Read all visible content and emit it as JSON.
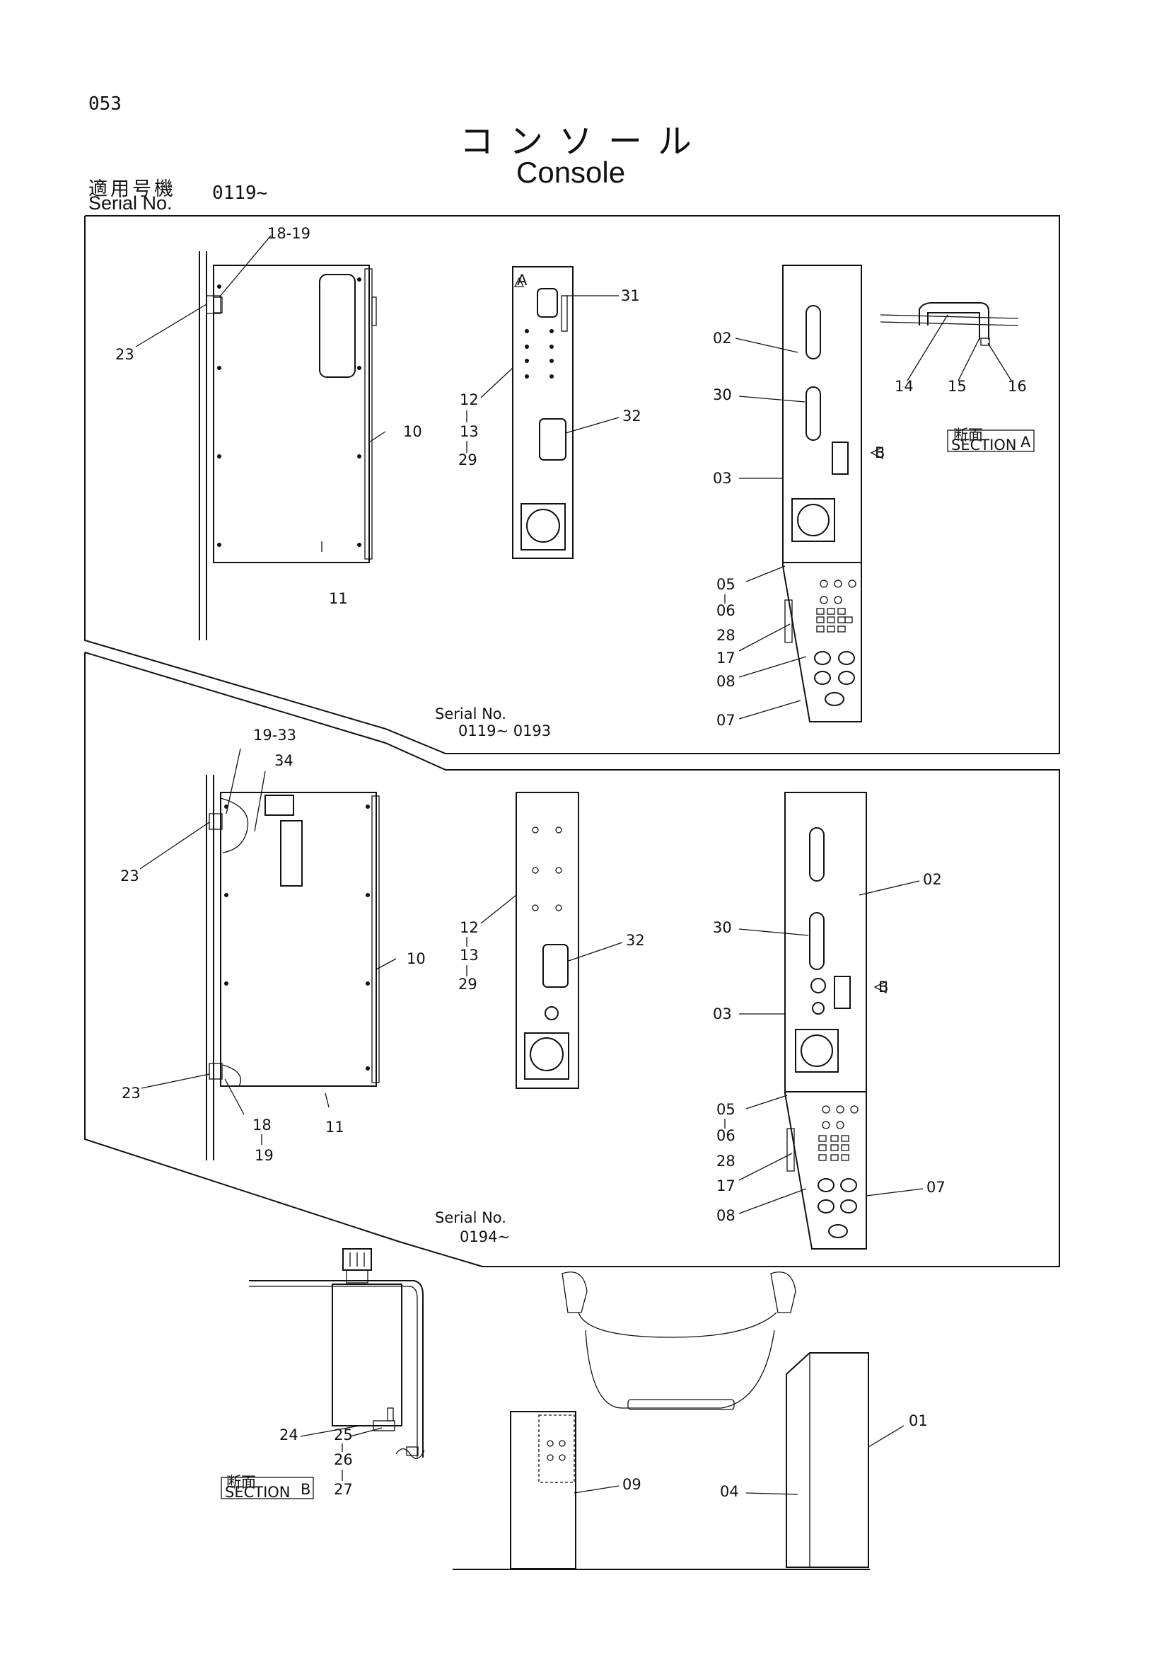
{
  "page_number": "053",
  "title_jp": "コンソール",
  "title_en": "Console",
  "serial_label_jp": "適用号機",
  "serial_label_en": "Serial No.",
  "serial_range": "0119~",
  "upper_section": {
    "serial_label": "Serial No.",
    "serial_range": "0119~ 0193",
    "callouts": {
      "side_top": "18-19",
      "side_left": "23",
      "side_right": "10",
      "side_bottom": "11",
      "mid_top": "31",
      "mid_left_1": "12",
      "mid_left_2": "13",
      "mid_left_3": "29",
      "mid_right": "32",
      "right_02": "02",
      "right_30": "30",
      "right_03": "03",
      "right_05": "05",
      "right_06": "06",
      "right_28": "28",
      "right_17": "17",
      "right_08": "08",
      "right_07": "07",
      "det_14": "14",
      "det_15": "15",
      "det_16": "16",
      "mark_a": "A",
      "mark_b": "B"
    },
    "section_a": {
      "jp": "断面",
      "en": "SECTION",
      "letter": "A"
    }
  },
  "lower_section": {
    "serial_label": "Serial No.",
    "serial_range": "0194~",
    "callouts": {
      "side_top": "19-33",
      "side_34": "34",
      "side_left_top": "23",
      "side_left_bot": "23",
      "side_right": "10",
      "side_bottom": "11",
      "side_18": "18",
      "side_19": "19",
      "mid_left_1": "12",
      "mid_left_2": "13",
      "mid_left_3": "29",
      "mid_right": "32",
      "right_02": "02",
      "right_30": "30",
      "right_03": "03",
      "right_05": "05",
      "right_06": "06",
      "right_28": "28",
      "right_17": "17",
      "right_08": "08",
      "right_07": "07",
      "mark_b": "B"
    }
  },
  "bottom_section": {
    "callouts": {
      "c24": "24",
      "c25": "25",
      "c26": "26",
      "c27": "27",
      "c09": "09",
      "c04": "04",
      "c01": "01"
    },
    "section_b": {
      "jp": "断面",
      "en": "SECTION",
      "letter": "B"
    }
  }
}
